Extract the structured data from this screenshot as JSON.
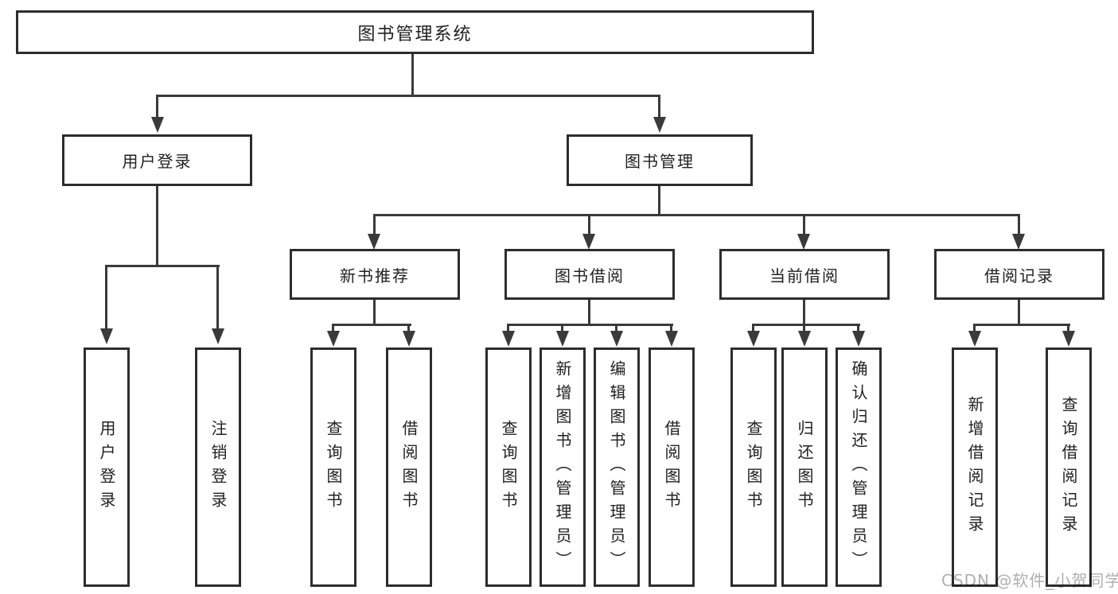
{
  "diagram_type": "hierarchy-tree",
  "tree": {
    "label": "图书管理系统",
    "children": [
      {
        "label": "用户登录",
        "children": [
          {
            "label": "用户登录"
          },
          {
            "label": "注销登录"
          }
        ]
      },
      {
        "label": "图书管理",
        "children": [
          {
            "label": "新书推荐",
            "children": [
              {
                "label": "查询图书"
              },
              {
                "label": "借阅图书"
              }
            ]
          },
          {
            "label": "图书借阅",
            "children": [
              {
                "label": "查询图书"
              },
              {
                "label": "新增图书（管理员）"
              },
              {
                "label": "编辑图书（管理员）"
              },
              {
                "label": "借阅图书"
              }
            ]
          },
          {
            "label": "当前借阅",
            "children": [
              {
                "label": "查询图书"
              },
              {
                "label": "归还图书"
              },
              {
                "label": "确认归还（管理员）"
              }
            ]
          },
          {
            "label": "借阅记录",
            "children": [
              {
                "label": "新增借阅记录"
              },
              {
                "label": "查询借阅记录"
              }
            ]
          }
        ]
      }
    ]
  },
  "watermark": {
    "text": "CSDN @软件_小贺同学"
  },
  "colors": {
    "line": "#3a3a3a",
    "box_border": "#2d2d2d",
    "text": "#212121",
    "watermark": "#afafaf",
    "background": "#ffffff"
  }
}
